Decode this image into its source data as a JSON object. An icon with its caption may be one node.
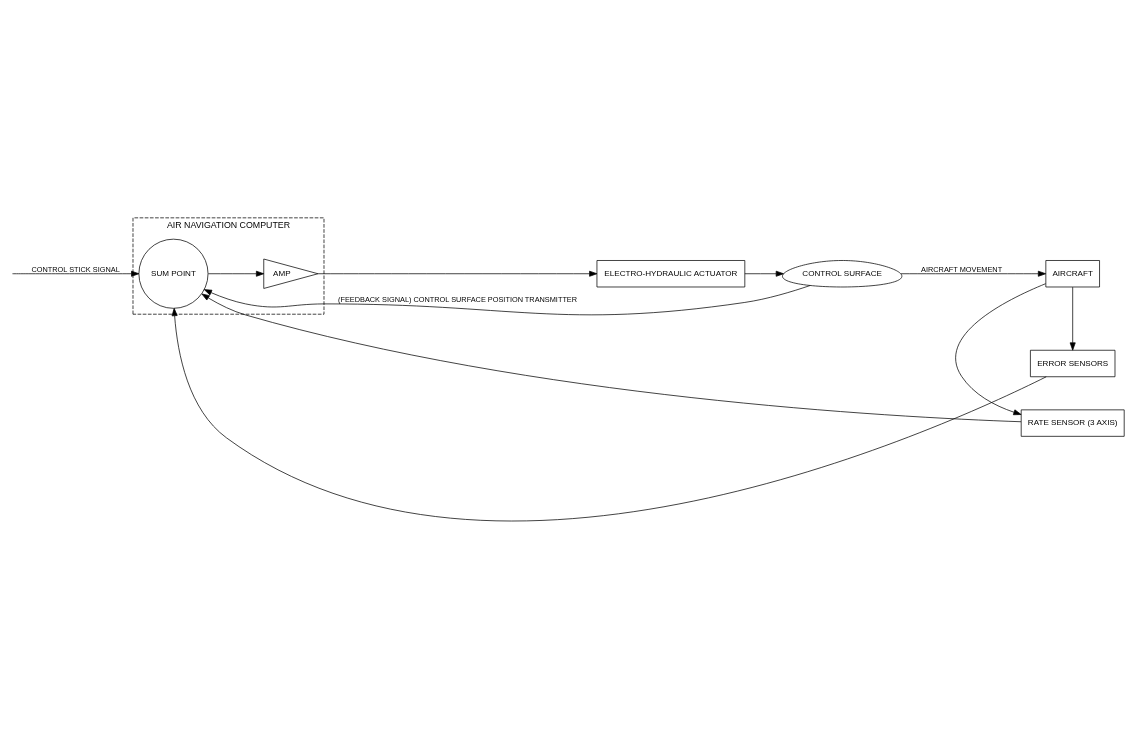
{
  "diagram": {
    "nodes": [
      {
        "text": [
          "AIR NAVIGATION COMPUTER"
        ]
      },
      {
        "text": [
          "SUM POINT"
        ],
        "in": 0
      },
      {
        "text": [
          "AMP"
        ],
        "in": 0
      },
      {
        "text": [
          "ELECTRO-HYDRAULIC ACTUATOR"
        ]
      },
      {
        "text": [
          "CONTROL SURFACE"
        ]
      },
      {
        "text": [
          "RATE SENSOR (3 AXIS)"
        ]
      },
      {
        "text": [
          "AIRCRAFT"
        ]
      },
      {
        "text": [
          "ERROR SENSORS"
        ]
      }
    ],
    "edges": [
      {
        "from": null,
        "to": 1,
        "arrow": "to",
        "label": "CONTROL STICK SIGNAL"
      },
      {
        "from": 1,
        "to": 2,
        "arrow": "to"
      },
      {
        "from": 2,
        "to": 3,
        "arrow": "to"
      },
      {
        "from": 3,
        "to": 4,
        "arrow": "to"
      },
      {
        "from": 4,
        "to": 1,
        "arrow": "to",
        "label": "(FEEDBACK SIGNAL) CONTROL SURFACE POSITION TRANSMITTER"
      },
      {
        "from": 4,
        "to": 6,
        "arrow": "to",
        "label": "AIRCRAFT MOVEMENT"
      },
      {
        "from": 6,
        "to": 5,
        "arrow": "to"
      },
      {
        "from": 6,
        "to": 7,
        "arrow": "to"
      },
      {
        "from": 5,
        "to": 1,
        "arrow": "to"
      },
      {
        "from": 7,
        "to": 1,
        "arrow": "to"
      }
    ]
  }
}
